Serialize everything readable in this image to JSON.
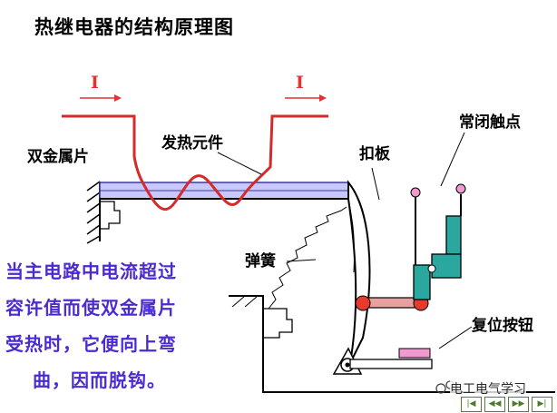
{
  "title": "热继电器的结构原理图",
  "labels": {
    "current_left": "I",
    "current_right": "I",
    "bimetal": "双金属片",
    "heater": "发热元件",
    "lever": "扣板",
    "nc_contact": "常闭触点",
    "spring": "弹簧",
    "reset_button": "复位按钮"
  },
  "description": [
    "当主电路中电流超过",
    "容许值而使双金属片",
    "受热时，它便向上弯",
    "曲，因而脱钩。"
  ],
  "watermark": "电工电气学习",
  "nav": [
    "|◀",
    "◀◀",
    "▶▶",
    "▶|"
  ],
  "colors": {
    "heater": "#d42a2a",
    "bimetal_fill": "#c8c8ff",
    "contact": "#2aa8a0",
    "pivot": "#e83a2a",
    "link": "#e8a0a0",
    "reset": "#f09ad0",
    "text_blue": "#4b2ad2"
  }
}
